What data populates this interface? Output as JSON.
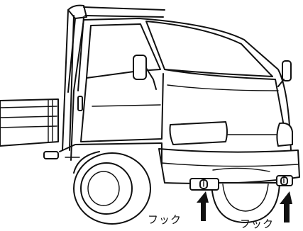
{
  "callouts": {
    "left_label": "フック",
    "right_label": "フック"
  },
  "icons": [
    "truck-illustration",
    "up-arrow-icon",
    "tow-hook-icon"
  ],
  "colors": {
    "ink": "#111111",
    "paper": "#ffffff"
  }
}
